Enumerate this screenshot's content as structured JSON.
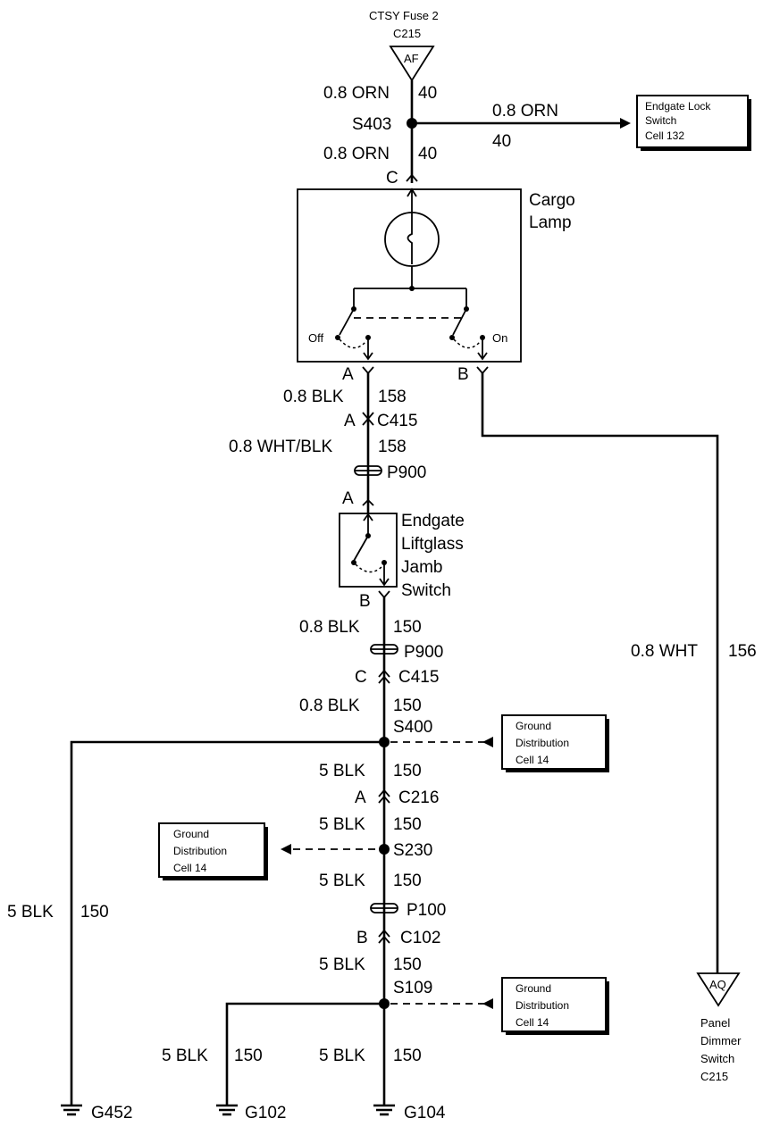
{
  "fuse": {
    "name": "CTSY Fuse 2",
    "connector": "C215",
    "terminal": "AF"
  },
  "wires": {
    "top1": {
      "size_color": "0.8 ORN",
      "circuit": "40"
    },
    "branch": {
      "size_color": "0.8 ORN",
      "circuit": "40"
    },
    "top2": {
      "size_color": "0.8 ORN",
      "circuit": "40"
    },
    "blk158": {
      "size_color": "0.8 BLK",
      "circuit": "158"
    },
    "whtblk158": {
      "size_color": "0.8 WHT/BLK",
      "circuit": "158"
    },
    "blk150a": {
      "size_color": "0.8 BLK",
      "circuit": "150"
    },
    "blk150b": {
      "size_color": "0.8 BLK",
      "circuit": "150"
    },
    "s400_c216": {
      "size_color": "5 BLK",
      "circuit": "150"
    },
    "c216_s230": {
      "size_color": "5 BLK",
      "circuit": "150"
    },
    "s230_p100": {
      "size_color": "5 BLK",
      "circuit": "150"
    },
    "c102_s109": {
      "size_color": "5 BLK",
      "circuit": "150"
    },
    "left_long": {
      "size_color": "5 BLK",
      "circuit": "150"
    },
    "g102_wire": {
      "size_color": "5 BLK",
      "circuit": "150"
    },
    "g104_wire": {
      "size_color": "5 BLK",
      "circuit": "150"
    },
    "wht156": {
      "size_color": "0.8 WHT",
      "circuit": "156"
    }
  },
  "splices": {
    "s403": "S403",
    "s400": "S400",
    "s230": "S230",
    "s109": "S109"
  },
  "connectors": {
    "c_top": "C",
    "a_lamp": "A",
    "b_lamp": "B",
    "a_c415": "A",
    "c415_1": "C415",
    "p900_1": "P900",
    "a_switch": "A",
    "b_switch": "B",
    "p900_2": "P900",
    "c_c415": "C",
    "c415_2": "C415",
    "a_c216": "A",
    "c216": "C216",
    "p100": "P100",
    "b_c102": "B",
    "c102": "C102"
  },
  "components": {
    "cargo_lamp": [
      "Cargo",
      "Lamp"
    ],
    "off": "Off",
    "on": "On",
    "jamb_switch": [
      "Endgate",
      "Liftglass",
      "Jamb",
      "Switch"
    ]
  },
  "refs": {
    "endgate_lock": [
      "Endgate Lock",
      "Switch",
      "Cell 132"
    ],
    "ground_dist_1": [
      "Ground",
      "Distribution",
      "Cell 14"
    ],
    "ground_dist_2": [
      "Ground",
      "Distribution",
      "Cell 14"
    ],
    "ground_dist_3": [
      "Ground",
      "Distribution",
      "Cell 14"
    ],
    "panel_dimmer": {
      "terminal": "AQ",
      "lines": [
        "Panel",
        "Dimmer",
        "Switch",
        "C215"
      ]
    }
  },
  "grounds": {
    "g452": "G452",
    "g102": "G102",
    "g104": "G104"
  }
}
